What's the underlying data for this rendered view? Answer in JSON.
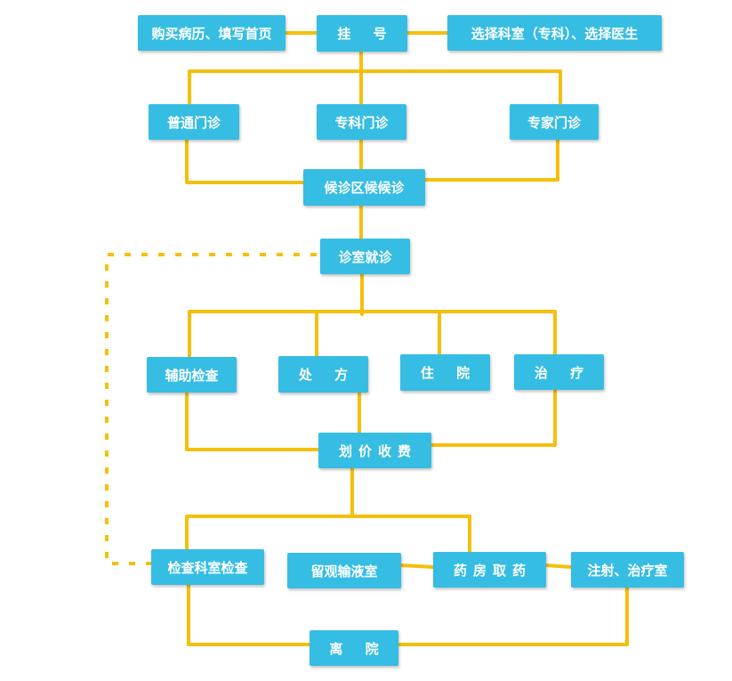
{
  "nodes": {
    "buy_record": "购买病历、填写首页",
    "register": "挂 号",
    "select_dept": "选择科室（专科）、选择医生",
    "general_clinic": "普通门诊",
    "specialty_clinic": "专科门诊",
    "expert_clinic": "专家门诊",
    "waiting_area": "候诊区候候诊",
    "consultation": "诊室就诊",
    "aux_exam": "辅助检查",
    "prescription": "处 方",
    "hospitalization": "住 院",
    "treatment": "治 疗",
    "billing": "划价收费",
    "dept_exam": "检查科室检查",
    "observation_room": "留观输液室",
    "pharmacy": "药房取药",
    "injection_room": "注射、治疗室",
    "discharge": "离 院"
  },
  "colors": {
    "node_fill": "#36bde3",
    "node_text": "#ffffff",
    "connector": "#f5bf0b"
  }
}
